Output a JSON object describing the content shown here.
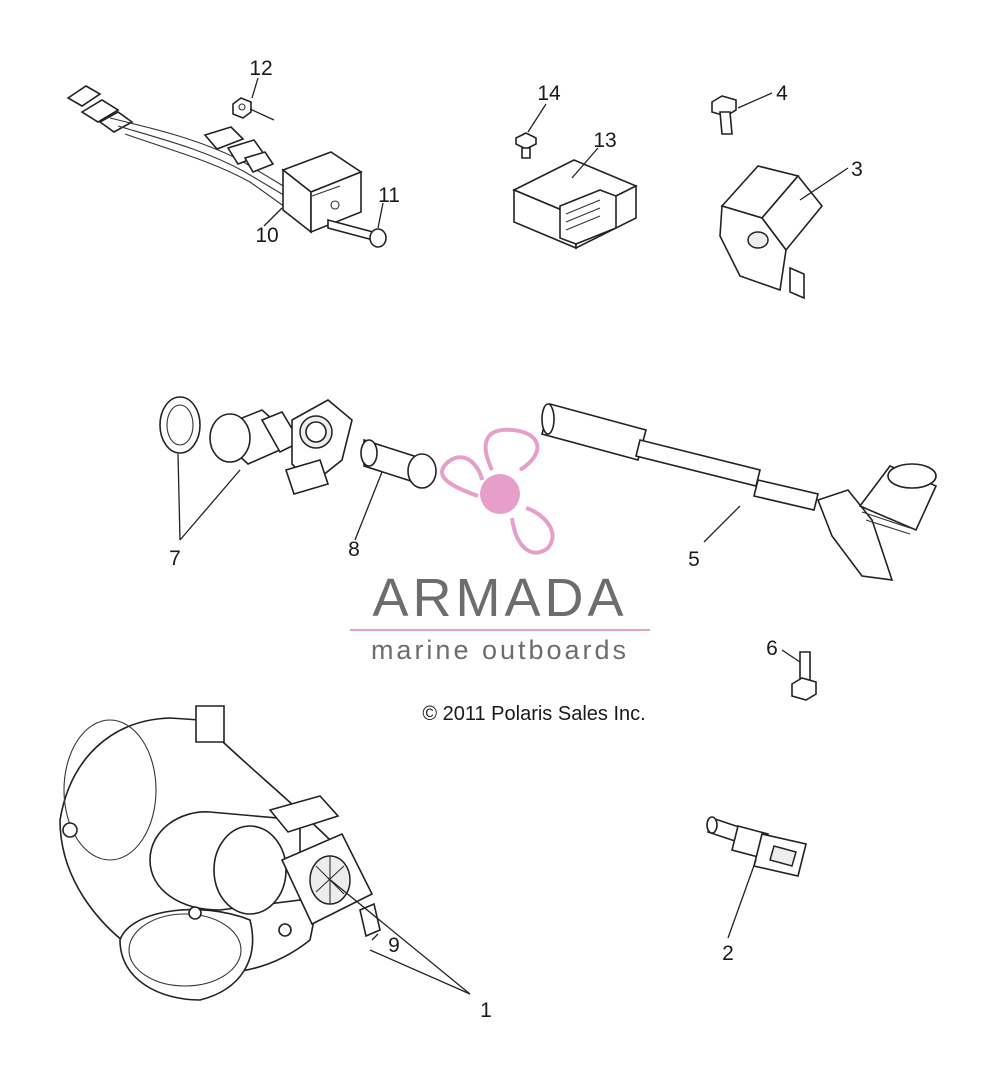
{
  "diagram": {
    "callouts": [
      "1",
      "2",
      "3",
      "4",
      "5",
      "6",
      "7",
      "8",
      "9",
      "10",
      "11",
      "12",
      "13",
      "14"
    ],
    "copyright": "© 2011 Polaris Sales Inc."
  },
  "watermark": {
    "brand": "ARMADA",
    "tagline": "marine outboards",
    "logo_color": "#e59fc9",
    "text_color": "#6d6d6d"
  }
}
